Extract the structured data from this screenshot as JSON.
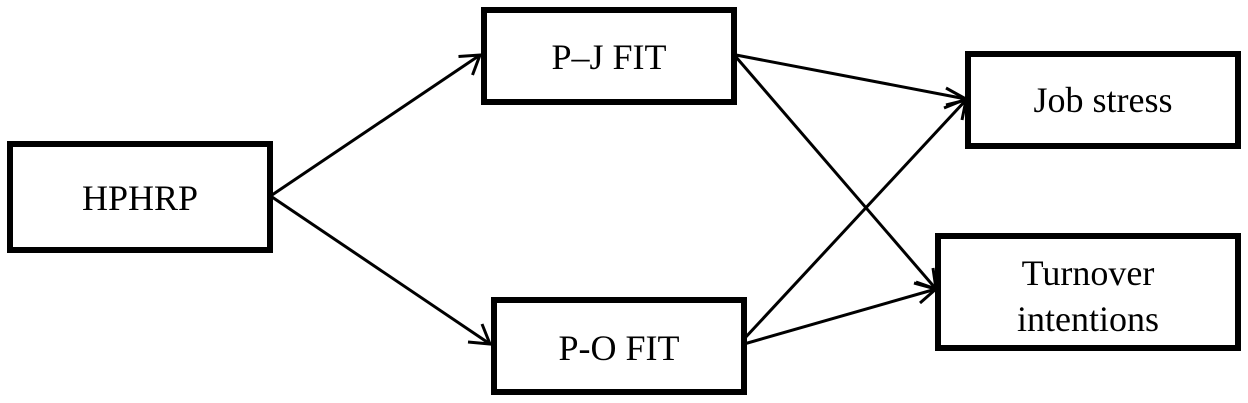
{
  "nodes": {
    "hphrp": {
      "label": "HPHRP"
    },
    "pj_fit": {
      "label": "P–J FIT"
    },
    "po_fit": {
      "label": "P-O FIT"
    },
    "job_stress": {
      "label": "Job stress"
    },
    "turnover": {
      "label_line1": "Turnover",
      "label_line2": "intentions"
    }
  },
  "edges": [
    {
      "from": "HPHRP",
      "to": "P–J FIT"
    },
    {
      "from": "HPHRP",
      "to": "P-O FIT"
    },
    {
      "from": "P–J FIT",
      "to": "Job stress"
    },
    {
      "from": "P–J FIT",
      "to": "Turnover intentions"
    },
    {
      "from": "P-O FIT",
      "to": "Job stress"
    },
    {
      "from": "P-O FIT",
      "to": "Turnover intentions"
    }
  ],
  "colors": {
    "stroke": "#000000",
    "background": "#ffffff"
  }
}
